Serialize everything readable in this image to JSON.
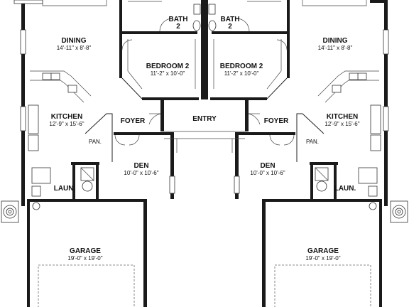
{
  "rooms": {
    "dining_left": {
      "name": "DINING",
      "dims": "14'-11\" x 8'-8\""
    },
    "dining_right": {
      "name": "DINING",
      "dims": "14'-11\" x 8'-8\""
    },
    "bath_left": {
      "name": "BATH",
      "num": "2"
    },
    "bath_right": {
      "name": "BATH",
      "num": "2"
    },
    "bedroom_left": {
      "name": "BEDROOM 2",
      "dims": "11'-2\" x 10'-0\""
    },
    "bedroom_right": {
      "name": "BEDROOM 2",
      "dims": "11'-2\" x 10'-0\""
    },
    "kitchen_left": {
      "name": "KITCHEN",
      "dims": "12'-9\" x 15'-6\""
    },
    "kitchen_right": {
      "name": "KITCHEN",
      "dims": "12'-9\" x 15'-6\""
    },
    "foyer_left": {
      "name": "FOYER"
    },
    "foyer_right": {
      "name": "FOYER"
    },
    "entry": {
      "name": "ENTRY"
    },
    "pantry_left": {
      "name": "PAN."
    },
    "pantry_right": {
      "name": "PAN."
    },
    "den_left": {
      "name": "DEN",
      "dims": "10'-0\" x 10'-6\""
    },
    "den_right": {
      "name": "DEN",
      "dims": "10'-0\" x 10'-6\""
    },
    "laundry_left": {
      "name": "LAUN."
    },
    "laundry_right": {
      "name": "LAUN."
    },
    "garage_left": {
      "name": "GARAGE",
      "dims": "19'-0\" x 19'-0\""
    },
    "garage_right": {
      "name": "GARAGE",
      "dims": "19'-0\" x 19'-0\""
    }
  }
}
